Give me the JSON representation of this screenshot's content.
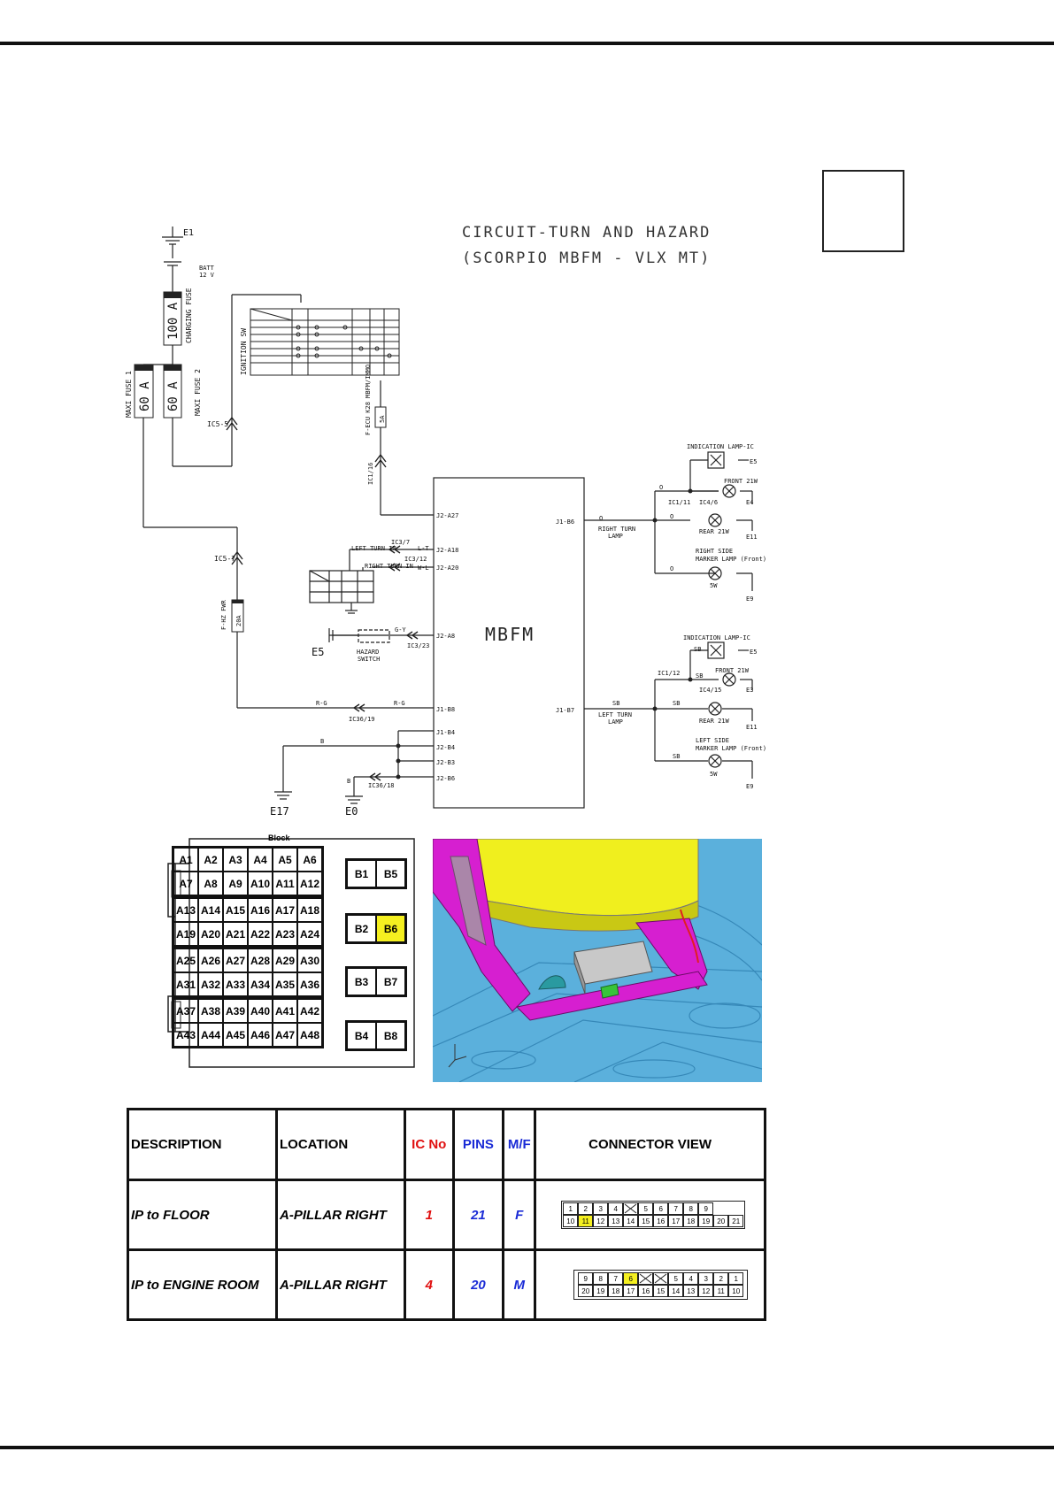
{
  "title": {
    "line1": "CIRCUIT-TURN AND HAZARD",
    "line2": "(SCORPIO MBFM - VLX MT)"
  },
  "module": "MBFM",
  "power": {
    "ground_e1": "E1",
    "batt": "BATT",
    "batt_v": "12 V",
    "charging_fuse": "100 A",
    "charging_fuse_label": "CHARGING FUSE",
    "maxi_fuse_1": "60 A",
    "maxi_fuse_1_label": "MAXI FUSE 1",
    "maxi_fuse_2": "60 A",
    "maxi_fuse_2_label": "MAXI FUSE 2",
    "ic5_5": "IC5-5",
    "ic5_7": "IC5-7",
    "ignition_sw": "IGNITION SW",
    "fecu_fuse": "F-ECU K28 MBFM/IMMO",
    "fecu_rating": "5A",
    "ic1_16": "IC1/16",
    "fhz_fuse": "F-HZ FWR",
    "fhz_rating": "20A"
  },
  "pins": {
    "j2_a27": "J2-A27",
    "j2_a18": "J2-A18",
    "j2_a20": "J2-A20",
    "j2_a8": "J2-A8",
    "j1_b8": "J1-B8",
    "j1_b4": "J1-B4",
    "j2_b4": "J2-B4",
    "j2_b3": "J2-B3",
    "j2_b6": "J2-B6",
    "j1_b6": "J1-B6",
    "j1_b7": "J1-B7"
  },
  "left_side": {
    "left_turn_in": "LEFT TURN IN",
    "right_turn_in": "RIGHT TURN IN",
    "ic3_7": "IC3/7",
    "ic3_12": "IC3/12",
    "ic3_23": "IC3/23",
    "hazard_switch": "HAZARD SWITCH",
    "e5": "E5",
    "ic36_19": "IC36/19",
    "ic36_18": "IC36/18",
    "e17": "E17",
    "e0": "E0",
    "wire_rg": "R-G",
    "wire_gy": "G-Y",
    "wire_b": "B",
    "wire_lt": "L-T",
    "wire_wl": "W-L"
  },
  "right_outputs": {
    "right_turn_lamp": "RIGHT TURN LAMP",
    "left_turn_lamp": "LEFT TURN LAMP",
    "indication_lamp": "INDICATION LAMP-IC",
    "front_21w": "FRONT 21W",
    "rear_21w": "REAR 21W",
    "right_side_marker": "RIGHT SIDE MARKER LAMP (Front)",
    "left_side_marker": "LEFT SIDE MARKER LAMP (Front)",
    "w5": "5W",
    "ic1_11": "IC1/11",
    "ic4_6": "IC4/6",
    "ic1_12": "IC1/12",
    "ic4_15": "IC4/15",
    "e4": "E4",
    "e3": "E3",
    "e11": "E11",
    "e9": "E9",
    "wire_o": "O",
    "wire_sb": "SB"
  },
  "block": {
    "title": "Block",
    "a_groups": [
      [
        "A1",
        "A2",
        "A3",
        "A4",
        "A5",
        "A6",
        "A7",
        "A8",
        "A9",
        "A10",
        "A11",
        "A12"
      ],
      [
        "A13",
        "A14",
        "A15",
        "A16",
        "A17",
        "A18",
        "A19",
        "A20",
        "A21",
        "A22",
        "A23",
        "A24"
      ],
      [
        "A25",
        "A26",
        "A27",
        "A28",
        "A29",
        "A30",
        "A31",
        "A32",
        "A33",
        "A34",
        "A35",
        "A36"
      ],
      [
        "A37",
        "A38",
        "A39",
        "A40",
        "A41",
        "A42",
        "A43",
        "A44",
        "A45",
        "A46",
        "A47",
        "A48"
      ]
    ],
    "b_groups": [
      [
        "B1",
        "B5"
      ],
      [
        "B2",
        "B6"
      ],
      [
        "B3",
        "B7"
      ],
      [
        "B4",
        "B8"
      ]
    ],
    "highlight": "B6",
    "highlight_color": "#f5f020"
  },
  "table": {
    "headers": {
      "description": "DESCRIPTION",
      "location": "LOCATION",
      "ic_no": "IC No",
      "pins": "PINS",
      "mf": "M/F",
      "connector_view": "CONNECTOR VIEW"
    },
    "rows": [
      {
        "description": "IP to FLOOR",
        "location": "A-PILLAR RIGHT",
        "ic_no": "1",
        "pins": "21",
        "mf": "F",
        "connector_top": [
          "1",
          "2",
          "3",
          "4",
          "",
          "5",
          "6",
          "7",
          "8",
          "9"
        ],
        "connector_bottom": [
          "10",
          "11",
          "12",
          "13",
          "14",
          "15",
          "16",
          "17",
          "18",
          "19",
          "20",
          "21"
        ],
        "highlight": "11"
      },
      {
        "description": "IP to ENGINE ROOM",
        "location": "A-PILLAR RIGHT",
        "ic_no": "4",
        "pins": "20",
        "mf": "M",
        "connector_top": [
          "9",
          "8",
          "7",
          "6",
          "",
          "",
          "5",
          "4",
          "3",
          "2",
          "1"
        ],
        "connector_bottom": [
          "20",
          "19",
          "18",
          "17",
          "16",
          "15",
          "14",
          "13",
          "12",
          "11",
          "10"
        ],
        "highlight": "6"
      }
    ]
  },
  "colors": {
    "red": "#e01010",
    "blue": "#1a2bd6",
    "highlight": "#f5f020",
    "render_floor": "#5bb0dc",
    "render_bracket": "#d61fd0",
    "render_seat": "#f0ef1e"
  }
}
